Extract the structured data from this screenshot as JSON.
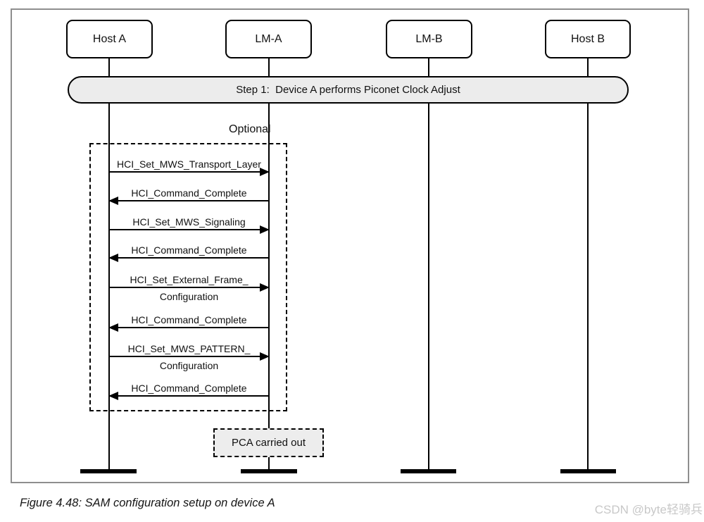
{
  "diagram": {
    "participants": [
      {
        "label": "Host A"
      },
      {
        "label": "LM-A"
      },
      {
        "label": "LM-B"
      },
      {
        "label": "Host B"
      }
    ],
    "step_banner": "Step 1:  Device A performs Piconet Clock Adjust",
    "optional_label": "Optional",
    "messages": [
      {
        "from": "Host A",
        "to": "LM-A",
        "direction": "right",
        "text": "HCI_Set_MWS_Transport_Layer"
      },
      {
        "from": "LM-A",
        "to": "Host A",
        "direction": "left",
        "text": "HCI_Command_Complete"
      },
      {
        "from": "Host A",
        "to": "LM-A",
        "direction": "right",
        "text": "HCI_Set_MWS_Signaling"
      },
      {
        "from": "LM-A",
        "to": "Host A",
        "direction": "left",
        "text": "HCI_Command_Complete"
      },
      {
        "from": "Host A",
        "to": "LM-A",
        "direction": "right",
        "text": "HCI_Set_External_Frame_",
        "text2": "Configuration"
      },
      {
        "from": "LM-A",
        "to": "Host A",
        "direction": "left",
        "text": "HCI_Command_Complete"
      },
      {
        "from": "Host A",
        "to": "LM-A",
        "direction": "right",
        "text": "HCI_Set_MWS_PATTERN_",
        "text2": "Configuration"
      },
      {
        "from": "LM-A",
        "to": "Host A",
        "direction": "left",
        "text": "HCI_Command_Complete"
      }
    ],
    "pca_note": "PCA carried out"
  },
  "caption": "Figure 4.48: SAM configuration setup on device A",
  "watermark": "CSDN @byte轻骑兵",
  "colors": {
    "line": "#000000",
    "banner_fill": "#ececec",
    "note_fill": "#ededed",
    "frame_border": "#8e8e8e",
    "watermark_text": "#c8c8c8"
  }
}
